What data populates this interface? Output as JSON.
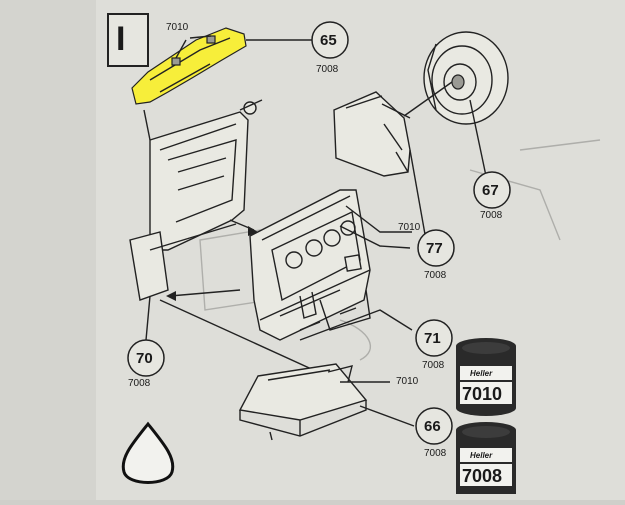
{
  "step_number": "I",
  "highlight_color": "#f7ee3a",
  "callouts": [
    {
      "id": "c65",
      "number": "65",
      "code": "7008"
    },
    {
      "id": "c67",
      "number": "67",
      "code": "7008"
    },
    {
      "id": "c77",
      "number": "77",
      "code": "7008"
    },
    {
      "id": "c71",
      "number": "71",
      "code": "7008"
    },
    {
      "id": "c70",
      "number": "70",
      "code": "7008"
    },
    {
      "id": "c66",
      "number": "66",
      "code": "7008"
    }
  ],
  "paint_codes": {
    "tank_top": "7010",
    "block_side": "7010",
    "tray": "7010"
  },
  "paint_cans": [
    {
      "brand": "Heller",
      "code": "7010"
    },
    {
      "brand": "Heller",
      "code": "7008"
    }
  ],
  "icons": [
    "paint-drop-icon"
  ]
}
